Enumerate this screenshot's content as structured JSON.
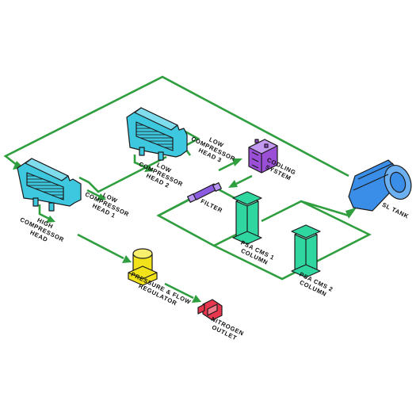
{
  "labels": {
    "high_head": [
      "HIGH",
      "COMPRESSOR",
      "HEAD"
    ],
    "low_head_1": [
      "LOW",
      "COMPRESSOR",
      "HEAD 1"
    ],
    "low_head_2": [
      "LOW",
      "COMPRESSOR",
      "HEAD 2"
    ],
    "low_head_3": [
      "LOW",
      "COMPRESSOR",
      "HEAD 3"
    ],
    "cooling": [
      "COOLING",
      "SYSTEM"
    ],
    "filter": [
      "FILTER"
    ],
    "psa1": [
      "PSA CMS 1",
      "COLUMN"
    ],
    "psa2": [
      "PSA CMS 2",
      "COLUMN"
    ],
    "sl_tank": [
      "SL TANK"
    ],
    "regulator": [
      "PRESSURE & FLOW",
      "REGULATOR"
    ],
    "outlet": [
      "NITROGEN",
      "OUTLET"
    ]
  },
  "colors": {
    "pipe": "#2f9e3f",
    "compressor": "#3ec8e0",
    "cooling": "#9b4fd6",
    "filter": "#8a5ae0",
    "column": "#2fd6a0",
    "tank": "#3b8ee8",
    "regulator": "#f2e21a",
    "outlet": "#e8364f"
  }
}
